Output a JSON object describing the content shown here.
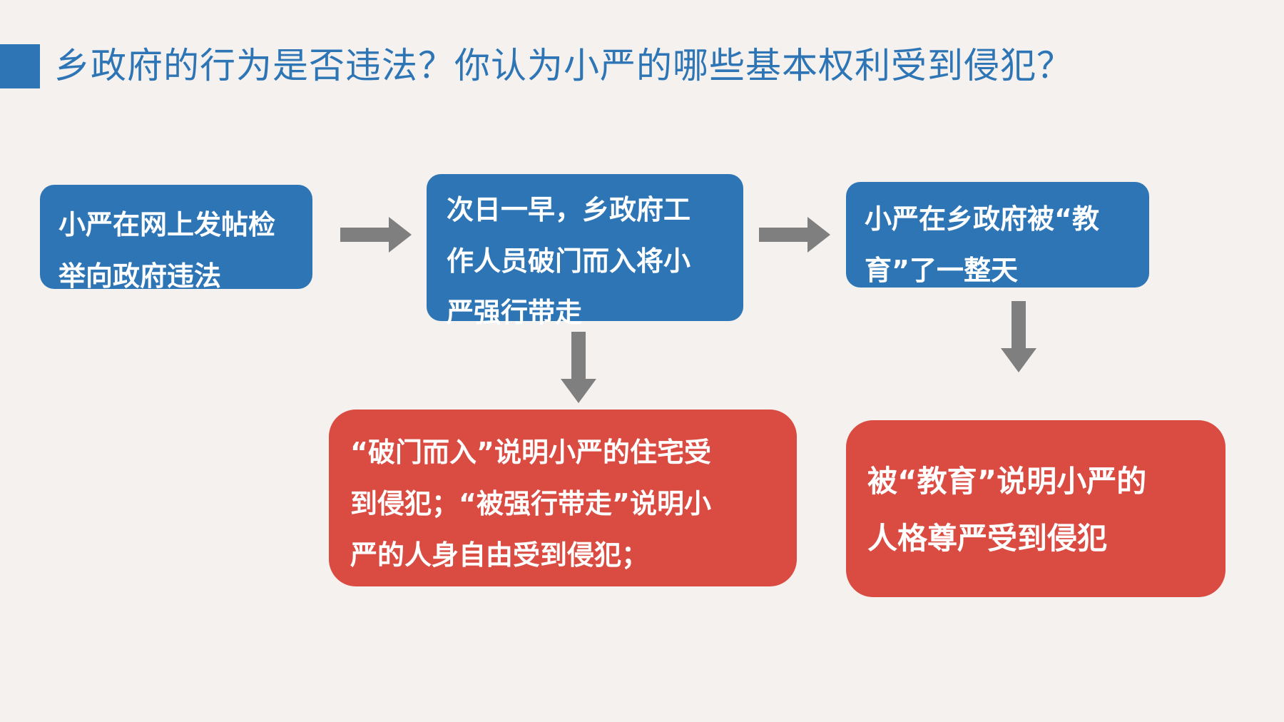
{
  "title": "乡政府的行为是否违法？你认为小严的哪些基本权利受到侵犯？",
  "boxes": {
    "post": [
      "小严在网上发帖检",
      "举向政府违法"
    ],
    "breakin": [
      "次日一早，乡政府工",
      "作人员破门而入将小",
      "严强行带走"
    ],
    "educated": [
      "小严在乡政府被“教",
      "育”了一整天"
    ],
    "violation_home": [
      "“破门而入”说明小严的住宅受",
      "到侵犯；“被强行带走”说明小",
      "严的人身自由受到侵犯；"
    ],
    "violation_dignity": [
      "被“教育”说明小严的",
      "人格尊严受到侵犯"
    ]
  },
  "colors": {
    "accent_blue": "#2e75b6",
    "accent_red": "#da4b42",
    "arrow_gray": "#7f7f7f",
    "background": "#f4f1ee"
  },
  "icons": {
    "arrow_right": "arrow-right-icon",
    "arrow_down": "arrow-down-icon"
  }
}
